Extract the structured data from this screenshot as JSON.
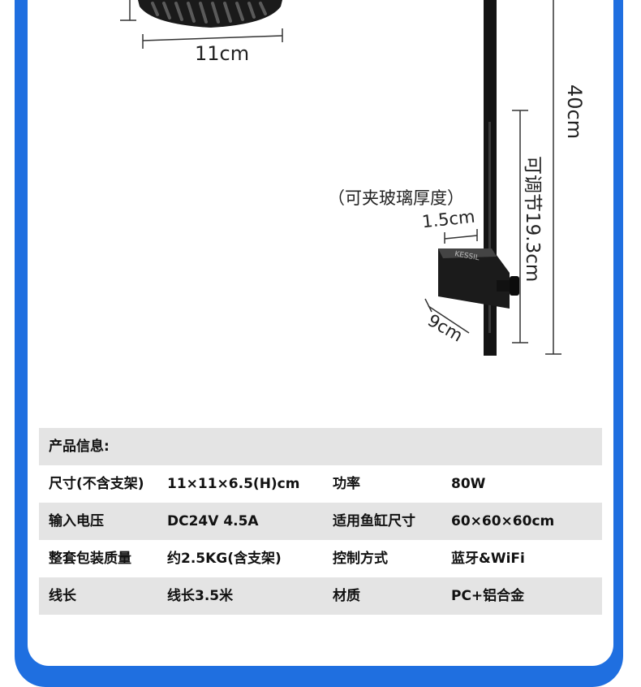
{
  "dimensions": {
    "lamp_width": "11cm",
    "height": "40cm",
    "adjustable": "可调节19.3cm",
    "clamp_note": "（可夹玻璃厚度）",
    "clamp_thickness": "1.5cm",
    "clamp_depth": "9cm"
  },
  "specs": {
    "title": "产品信息:",
    "rows": [
      {
        "k1": "尺寸(不含支架)",
        "v1": "11×11×6.5(H)cm",
        "k2": "功率",
        "v2": "80W"
      },
      {
        "k1": "输入电压",
        "v1": "DC24V 4.5A",
        "k2": "适用鱼缸尺寸",
        "v2": "60×60×60cm"
      },
      {
        "k1": "整套包装质量",
        "v1": "约2.5KG(含支架)",
        "k2": "控制方式",
        "v2": "蓝牙&WiFi"
      },
      {
        "k1": "线长",
        "v1": "线长3.5米",
        "k2": "材质",
        "v2": "PC+铝合金"
      }
    ]
  },
  "colors": {
    "accent": "#1f6fe0",
    "row_shade": "#e4e4e4"
  }
}
